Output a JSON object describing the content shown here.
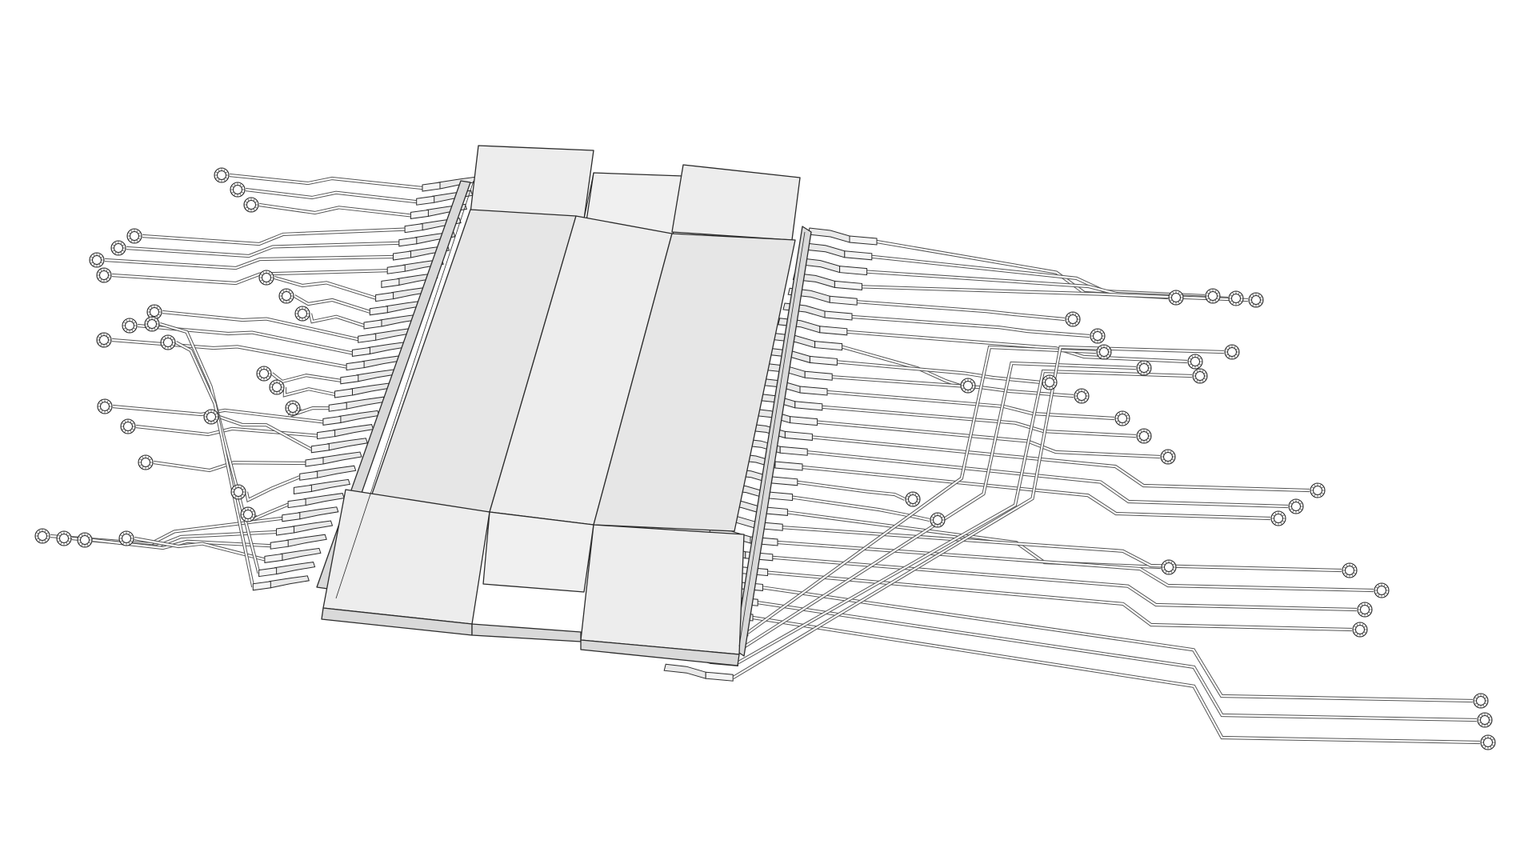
{
  "illustration": {
    "subject": "chip-with-circuit-traces",
    "colors": {
      "background": "#ffffff",
      "stroke": "#2b2b2b",
      "trace": "#555555",
      "body_face": "#e6e6e6",
      "body_face_light": "#ededed",
      "body_side": "#d9d9d9",
      "recess": "#f0f0f0",
      "pad_fill": "#ffffff"
    },
    "left_pin_count": 30,
    "right_pin_count": 30,
    "left_pad_count": 28,
    "right_pad_count": 30
  }
}
